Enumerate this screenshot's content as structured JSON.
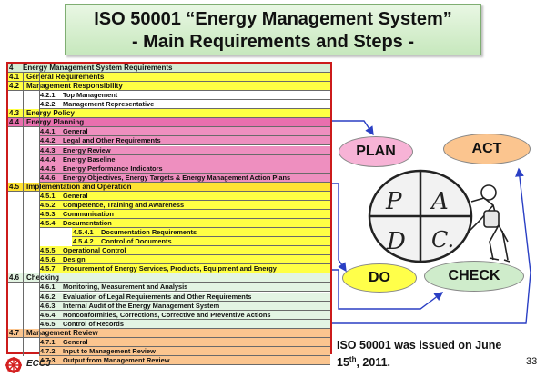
{
  "title": {
    "line1": "ISO 50001 “Energy Management System”",
    "line2": "- Main Requirements and Steps -"
  },
  "requirements": [
    {
      "num": "4",
      "label": "Energy Management System Requirements",
      "level": 1,
      "color": "#d5ecd4"
    },
    {
      "num": "4.1",
      "label": "General Requirements",
      "level": 2,
      "color": "#ffff44"
    },
    {
      "num": "4.2",
      "label": "Management Responsibility",
      "level": 2,
      "color": "#ffff44"
    },
    {
      "num": "4.2.1",
      "label": "Top Management",
      "level": 3,
      "color": "#ffffff"
    },
    {
      "num": "4.2.2",
      "label": "Management Representative",
      "level": 3,
      "color": "#ffffff"
    },
    {
      "num": "4.3",
      "label": "Energy Policy",
      "level": 2,
      "color": "#ffff44"
    },
    {
      "num": "4.4",
      "label": "Energy Planning",
      "level": 2,
      "color": "#e96fae"
    },
    {
      "num": "4.4.1",
      "label": "General",
      "level": 3,
      "color": "#ee8fbf"
    },
    {
      "num": "4.4.2",
      "label": "Legal and Other Requirements",
      "level": 3,
      "color": "#ee8fbf"
    },
    {
      "num": "4.4.3",
      "label": "Energy Review",
      "level": 3,
      "color": "#ee8fbf"
    },
    {
      "num": "4.4.4",
      "label": "Energy Baseline",
      "level": 3,
      "color": "#ee8fbf"
    },
    {
      "num": "4.4.5",
      "label": "Energy Performance Indicators",
      "level": 3,
      "color": "#ee8fbf"
    },
    {
      "num": "4.4.6",
      "label": "Energy Objectives, Energy Targets & Energy Management Action Plans",
      "level": 3,
      "color": "#ee8fbf"
    },
    {
      "num": "4.5",
      "label": "Implementation and Operation",
      "level": 2,
      "color": "#ffe233"
    },
    {
      "num": "4.5.1",
      "label": "General",
      "level": 3,
      "color": "#ffff44"
    },
    {
      "num": "4.5.2",
      "label": "Competence, Training and Awareness",
      "level": 3,
      "color": "#ffff44"
    },
    {
      "num": "4.5.3",
      "label": "Communication",
      "level": 3,
      "color": "#ffff44"
    },
    {
      "num": "4.5.4",
      "label": "Documentation",
      "level": 3,
      "color": "#ffff44"
    },
    {
      "num": "4.5.4.1",
      "label": "Documentation Requirements",
      "level": 4,
      "color": "#ffff44"
    },
    {
      "num": "4.5.4.2",
      "label": "Control of Documents",
      "level": 4,
      "color": "#ffff44"
    },
    {
      "num": "4.5.5",
      "label": "Operational Control",
      "level": 3,
      "color": "#ffff44"
    },
    {
      "num": "4.5.6",
      "label": "Design",
      "level": 3,
      "color": "#ffff44"
    },
    {
      "num": "4.5.7",
      "label": "Procurement of Energy Services, Products, Equipment and Energy",
      "level": 3,
      "color": "#ffff44"
    },
    {
      "num": "4.6",
      "label": "Checking",
      "level": 2,
      "color": "#e3f4e3"
    },
    {
      "num": "4.6.1",
      "label": "Monitoring, Measurement and Analysis",
      "level": 3,
      "color": "#e3f4e3"
    },
    {
      "num": "4.6.2",
      "label": "Evaluation of Legal Requirements and Other Requirements",
      "level": 3,
      "color": "#e3f4e3"
    },
    {
      "num": "4.6.3",
      "label": "Internal Audit of the Energy Management System",
      "level": 3,
      "color": "#e3f4e3"
    },
    {
      "num": "4.6.4",
      "label": "Nonconformities, Corrections, Corrective and Preventive Actions",
      "level": 3,
      "color": "#e3f4e3"
    },
    {
      "num": "4.6.5",
      "label": "Control of Records",
      "level": 3,
      "color": "#e3f4e3"
    },
    {
      "num": "4.7",
      "label": "Management Review",
      "level": 2,
      "color": "#fbc58f"
    },
    {
      "num": "4.7.1",
      "label": "General",
      "level": 3,
      "color": "#fbc58f"
    },
    {
      "num": "4.7.2",
      "label": "Input to Management Review",
      "level": 3,
      "color": "#fbc58f"
    },
    {
      "num": "4.7.3",
      "label": "Output from Management Review",
      "level": 3,
      "color": "#fbc58f"
    }
  ],
  "pdca": {
    "plan": "PLAN",
    "act": "ACT",
    "do": "DO",
    "check": "CHECK",
    "wheel": {
      "p": "P",
      "a": "A",
      "d": "D",
      "c": "C."
    }
  },
  "note": {
    "text_before": "ISO 50001 was issued on June 15",
    "superscript": "th",
    "text_after": ", 2011."
  },
  "page_number": "33",
  "logo": {
    "text": "ECCJ",
    "color": "#d42020"
  },
  "colors": {
    "arrow": "#2a3fc4",
    "frame": "#cc1b1b"
  }
}
